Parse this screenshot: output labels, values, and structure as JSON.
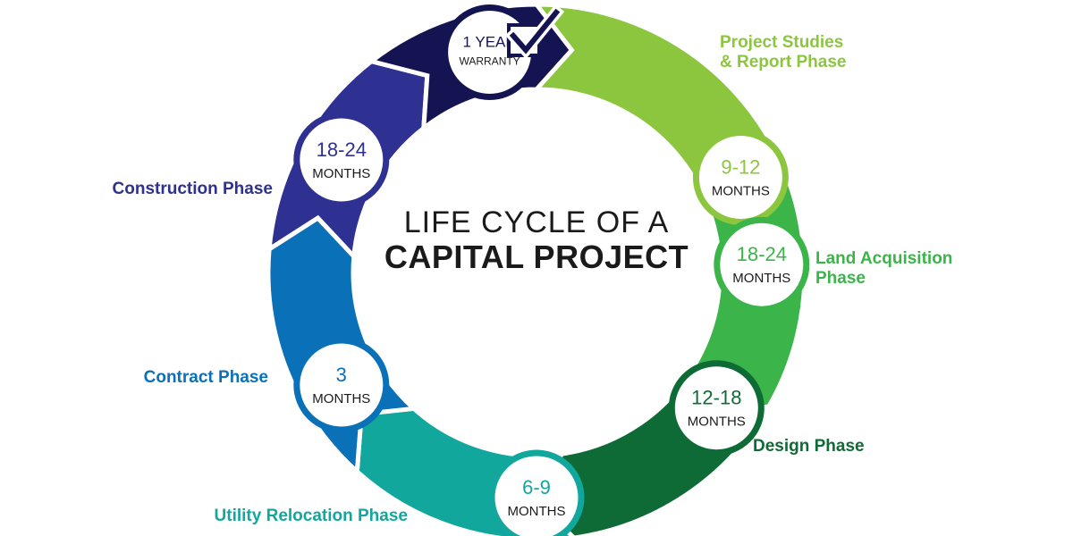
{
  "title": {
    "line1": "LIFE CYCLE OF A",
    "line2": "CAPITAL PROJECT"
  },
  "warranty": {
    "line1": "1 YEAR",
    "line2": "WARRANTY",
    "color": "#141452",
    "icon": "checkmark-icon"
  },
  "phases": [
    {
      "id": "project-studies",
      "label_lines": [
        "Project Studies",
        "& Report Phase"
      ],
      "duration": "9-12",
      "unit": "MONTHS",
      "color": "#8cc63f"
    },
    {
      "id": "land-acquisition",
      "label_lines": [
        "Land Acquisition",
        "Phase"
      ],
      "duration": "18-24",
      "unit": "MONTHS",
      "color": "#3bb54a"
    },
    {
      "id": "design",
      "label_lines": [
        "Design Phase"
      ],
      "duration": "12-18",
      "unit": "MONTHS",
      "color": "#0e6b35"
    },
    {
      "id": "utility-relocation",
      "label_lines": [
        "Utility Relocation Phase"
      ],
      "duration": "6-9",
      "unit": "MONTHS",
      "color": "#12a79d"
    },
    {
      "id": "contract",
      "label_lines": [
        "Contract Phase"
      ],
      "duration": "3",
      "unit": "MONTHS",
      "color": "#0a70b8"
    },
    {
      "id": "construction",
      "label_lines": [
        "Construction Phase"
      ],
      "duration": "18-24",
      "unit": "MONTHS",
      "color": "#2e3192"
    }
  ]
}
